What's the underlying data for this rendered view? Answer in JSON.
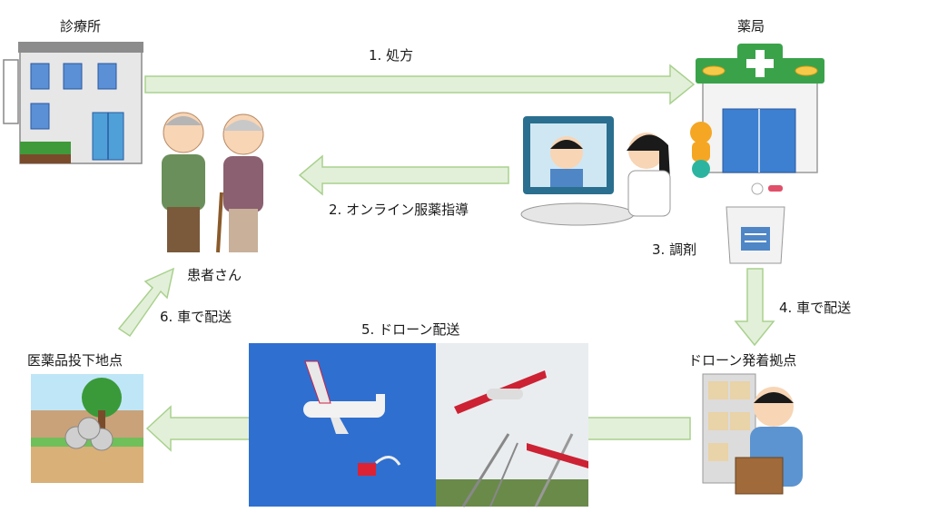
{
  "nodes": {
    "clinic": "診療所",
    "pharmacy": "薬局",
    "patients": "患者さん",
    "drop_point": "医薬品投下地点",
    "drone_base": "ドローン発着拠点"
  },
  "steps": {
    "s1": "1. 処方",
    "s2": "2. オンライン服薬指導",
    "s3": "3. 調剤",
    "s4": "4. 車で配送",
    "s5": "5. ドローン配送",
    "s6": "6. 車で配送"
  },
  "colors": {
    "arrow_fill": "#e2f0d9",
    "arrow_stroke": "#a9d18e",
    "photo_sky": "#2f6fd0",
    "pharmacy_green": "#3aa34a"
  }
}
